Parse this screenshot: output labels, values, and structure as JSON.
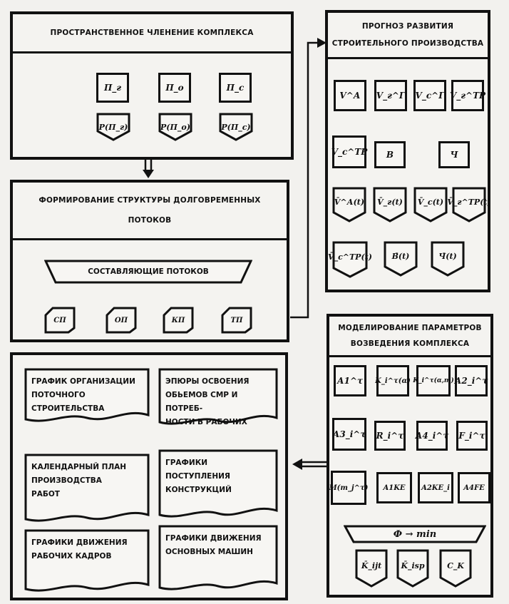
{
  "spatial": {
    "title": "ПРОСТРАНСТВЕННОЕ ЧЛЕНЕНИЕ КОМПЛЕКСА",
    "parts": [
      "П_г",
      "П_о",
      "П_с"
    ],
    "results": [
      "Р(П_г)",
      "Р(П_о)",
      "Р(П_с)"
    ]
  },
  "streams": {
    "title_line1": "ФОРМИРОВАНИЕ СТРУКТУРЫ ДОЛГОВРЕМЕННЫХ",
    "title_line2": "ПОТОКОВ",
    "bar_label": "СОСТАВЛЯЮЩИЕ ПОТОКОВ",
    "items": [
      "СП",
      "ОП",
      "КП",
      "ТП"
    ]
  },
  "forecast": {
    "title_line1": "ПРОГНОЗ РАЗВИТИЯ",
    "title_line2": "СТРОИТЕЛЬНОГО ПРОИЗВОДСТВА",
    "row1": [
      "V^А",
      "V_г^Г",
      "V_с^Г",
      "V_г^ТР"
    ],
    "row2": [
      "V_с^ТР",
      "В",
      "Ч"
    ],
    "row3": [
      "V̄^А(t)",
      "V̄_г(t)",
      "V̄_с(t)",
      "V̄_г^ТР(t)"
    ],
    "row4": [
      "V̄_с^ТР(t)",
      "В̄(t)",
      "Ч̄(t)"
    ]
  },
  "modeling": {
    "title_line1": "МОДЕЛИРОВАНИЕ ПАРАМЕТРОВ",
    "title_line2": "ВОЗВЕДЕНИЯ КОМПЛЕКСА",
    "row1": [
      "А1^τ",
      "K_i^τ(α)",
      "K_i^τ(α,m)",
      "А2_i^τ"
    ],
    "row2": [
      "А3_i^τ",
      "R_i^τ",
      "А4_i^τ",
      "F_i^τ"
    ],
    "row3": [
      "M(m_j^τ)",
      "A1KE",
      "A2KE_i",
      "A4FE"
    ],
    "bar_label": "Ф → min",
    "outputs": [
      "K̄_ijt",
      "K̄_isp",
      "C_K"
    ]
  },
  "outputs": {
    "doc1": "ГРАФИК ОРГАНИЗАЦИИ\nПОТОЧНОГО\nСТРОИТЕЛЬСТВА",
    "doc2": "ЭПЮРЫ ОСВОЕНИЯ\nОБЬЕМОВ СМР И ПОТРЕБ-\nНОСТИ В РАБОЧИХ",
    "doc3": "КАЛЕНДАРНЫЙ ПЛАН\nПРОИЗВОДСТВА\nРАБОТ",
    "doc4": "ГРАФИКИ\nПОСТУПЛЕНИЯ\nКОНСТРУКЦИЙ",
    "doc5": "ГРАФИКИ ДВИЖЕНИЯ\nРАБОЧИХ КАДРОВ",
    "doc6": "ГРАФИКИ ДВИЖЕНИЯ\nОСНОВНЫХ МАШИН"
  }
}
